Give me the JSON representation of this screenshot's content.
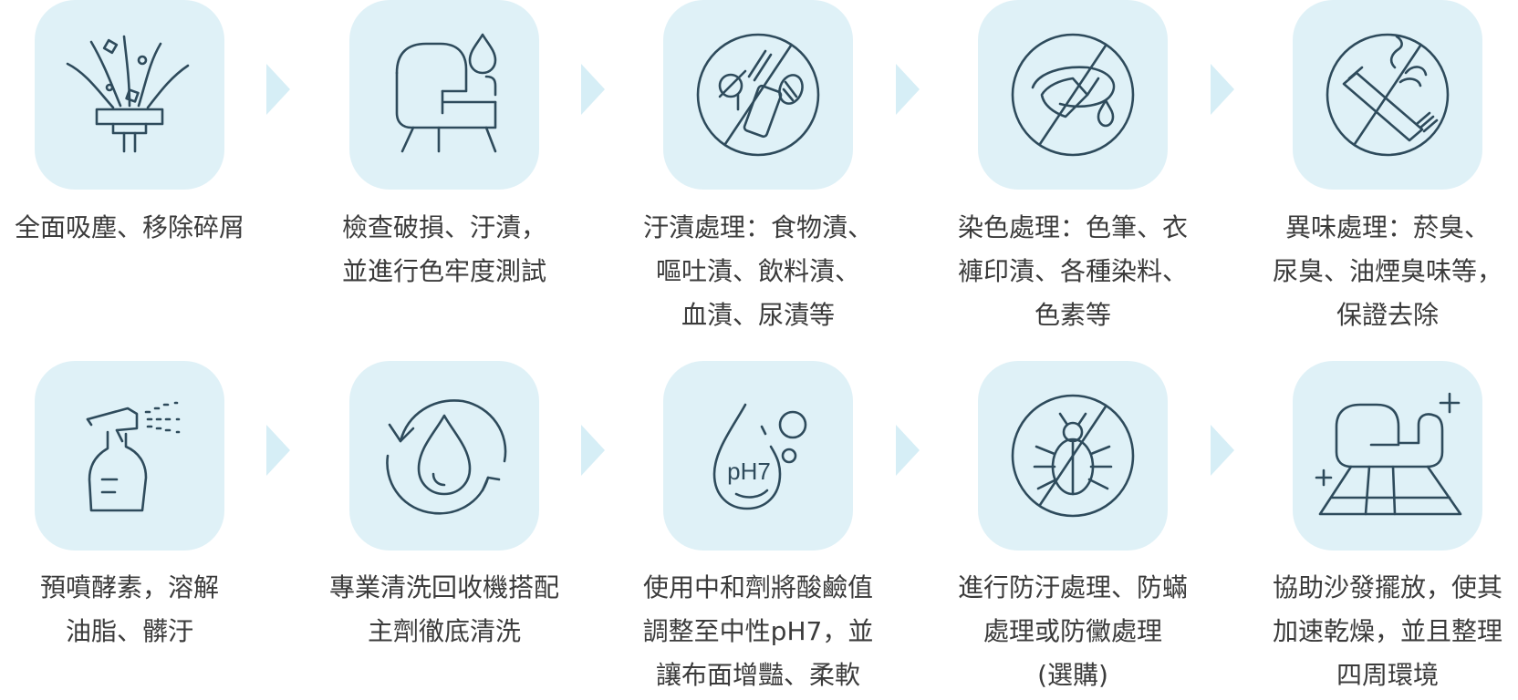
{
  "steps": [
    {
      "icon": "vacuum-debris-icon",
      "lines": [
        "全面吸塵、移除碎屑"
      ]
    },
    {
      "icon": "chair-water-drop-icon",
      "lines": [
        "檢查破損、汙漬，",
        "並進行色牢度測試"
      ]
    },
    {
      "icon": "no-food-stain-icon",
      "lines": [
        "汙漬處理：食物漬、",
        "嘔吐漬、飲料漬、",
        "血漬、尿漬等"
      ]
    },
    {
      "icon": "no-dye-stain-icon",
      "lines": [
        "染色處理：色筆、衣",
        "褲印漬、各種染料、",
        "色素等"
      ]
    },
    {
      "icon": "no-smoking-icon",
      "lines": [
        "異味處理：菸臭、",
        "尿臭、油煙臭味等，",
        "保證去除"
      ]
    },
    {
      "icon": "spray-bottle-icon",
      "lines": [
        "預噴酵素，溶解",
        "油脂、髒汙"
      ]
    },
    {
      "icon": "water-recycle-icon",
      "lines": [
        "專業清洗回收機搭配",
        "主劑徹底清洗"
      ]
    },
    {
      "icon": "ph7-drop-icon",
      "lines": [
        "使用中和劑將酸鹼值",
        "調整至中性pH7，並",
        "讓布面增豔、柔軟"
      ]
    },
    {
      "icon": "no-bug-icon",
      "lines": [
        "進行防汙處理、防蟎",
        "處理或防黴處理",
        "(選購)"
      ]
    },
    {
      "icon": "sofa-placement-icon",
      "lines": [
        "協助沙發擺放，使其",
        "加速乾燥，並且整理",
        "四周環境"
      ]
    }
  ],
  "ph_label": "pH7",
  "colors": {
    "tile": "#dff1f7",
    "icon_stroke": "#2e4b5c",
    "arrow": "#d6eef6",
    "text": "#3b3b3b"
  }
}
